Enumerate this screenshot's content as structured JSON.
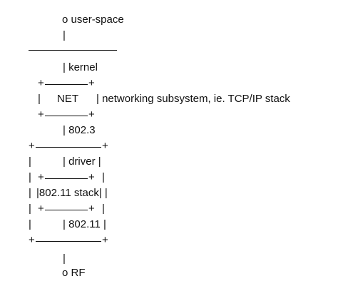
{
  "labels": {
    "user_space": "o user-space",
    "kernel": "| kernel",
    "net": "NET",
    "net_desc": "| networking subsystem, ie. TCP/IP stack",
    "iface_8023": "| 802.3",
    "driver": "| driver |",
    "stack_80211": "|802.11 stack| |",
    "iface_80211": "| 802.11 |",
    "rf": "o RF"
  },
  "glyphs": {
    "pipe": "|",
    "plus": "+"
  }
}
